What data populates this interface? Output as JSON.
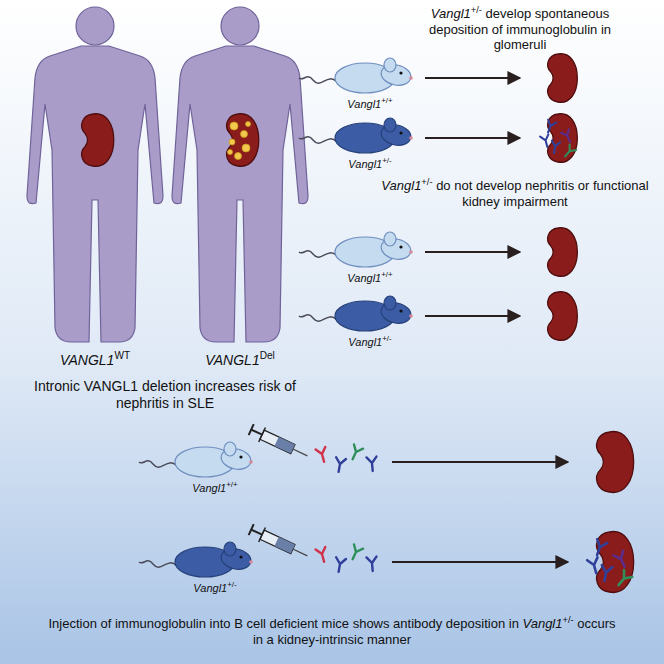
{
  "diagram": {
    "labels": [
      "Vangl1+/- develop spontaneous deposition of immunoglobulin in glomeruli",
      "Vangl1+/+",
      "Vangl1+/-",
      "Vangl1+/- do not develop nephritis or functional kidney impairment",
      "Vangl1+/+",
      "Vangl1+/-",
      "VANGL1WT",
      "VANGL1Del",
      "Intronic VANGL1 deletion increases risk of nephritis in SLE",
      "Vangl1+/+",
      "Vangl1+/-",
      "Injection of immunoglobulin into B cell deficient mice shows antibody deposition in Vangl1+/- occurs in a kidney-intrinsic manner"
    ]
  }
}
